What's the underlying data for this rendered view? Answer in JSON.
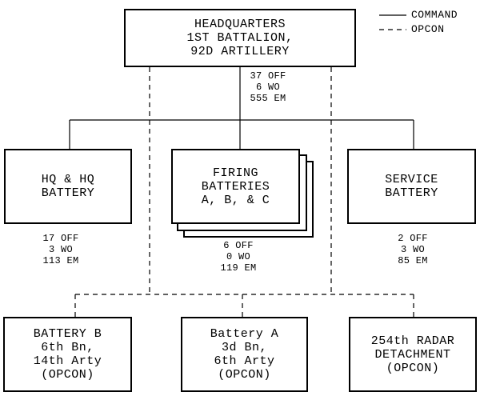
{
  "legend": {
    "command": "COMMAND",
    "opcon": "OPCON"
  },
  "hq": {
    "lines": [
      "HEADQUARTERS",
      "1ST BATTALION,",
      "92D ARTILLERY"
    ],
    "stats": [
      "37 OFF",
      "6 WO",
      "555 EM"
    ]
  },
  "hq_battery": {
    "lines": [
      "HQ & HQ",
      "BATTERY"
    ],
    "stats": [
      "17 OFF",
      "3 WO",
      "113 EM"
    ]
  },
  "firing_batteries": {
    "lines": [
      "FIRING",
      "BATTERIES",
      "A, B, & C"
    ],
    "stats": [
      "6 OFF",
      "0 WO",
      "119 EM"
    ]
  },
  "service_battery": {
    "lines": [
      "SERVICE",
      "BATTERY"
    ],
    "stats": [
      "2 OFF",
      "3 WO",
      "85 EM"
    ]
  },
  "battery_b": {
    "lines": [
      "BATTERY B",
      "6th Bn,",
      "14th Arty",
      "(OPCON)"
    ]
  },
  "battery_a": {
    "lines": [
      "Battery A",
      "3d Bn,",
      "6th Arty",
      "(OPCON)"
    ]
  },
  "radar": {
    "lines": [
      "254th RADAR",
      "DETACHMENT",
      "(OPCON)"
    ]
  }
}
